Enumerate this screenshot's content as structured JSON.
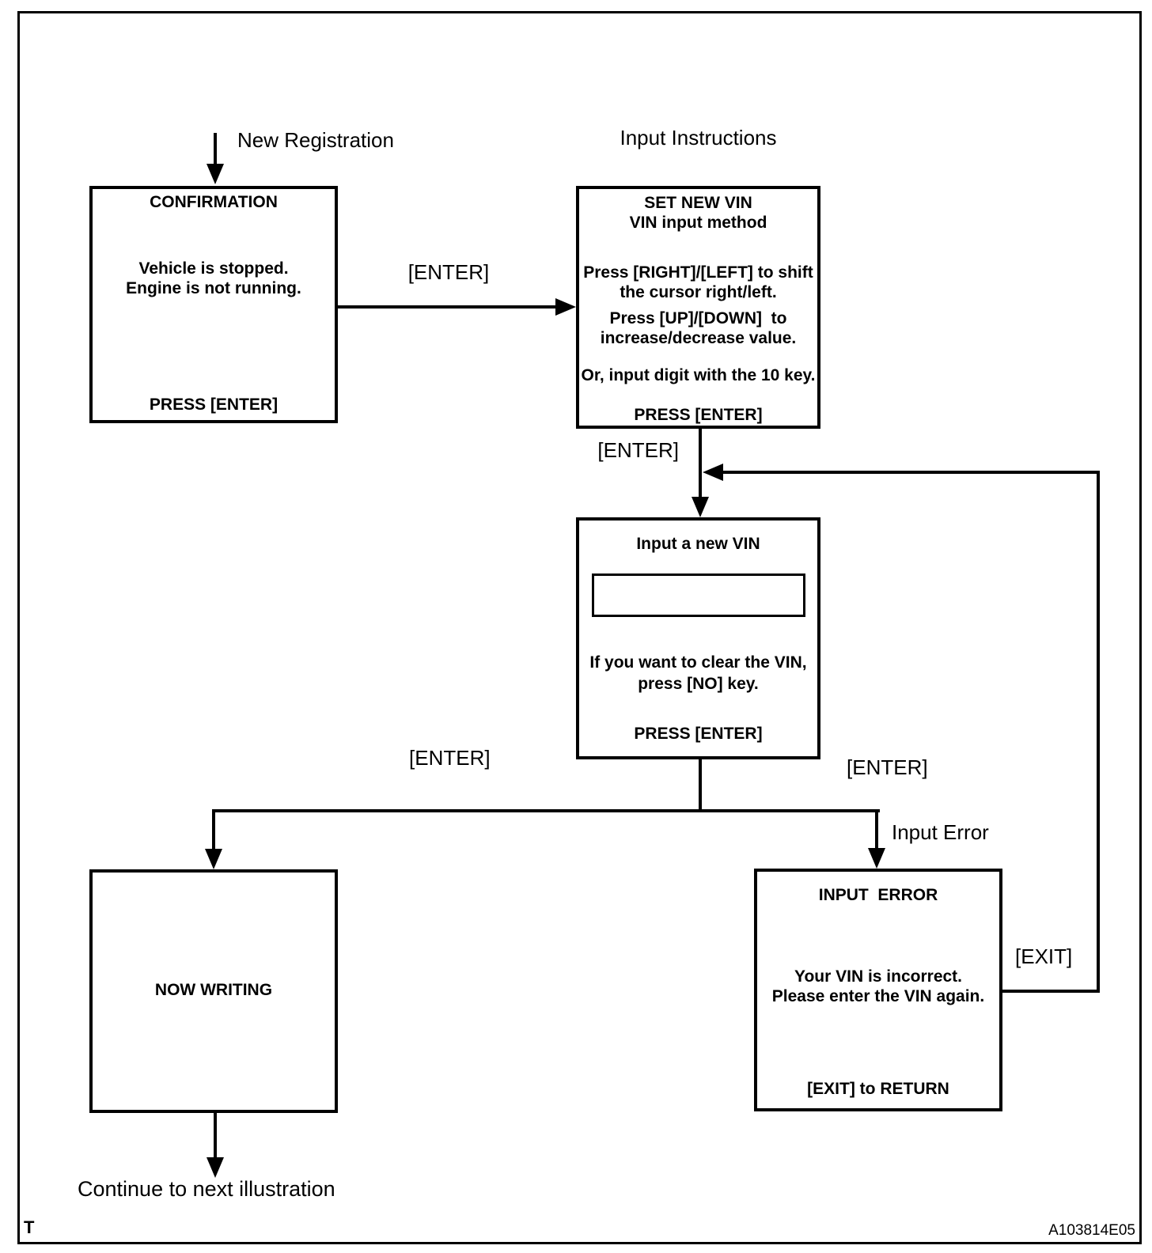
{
  "labels": {
    "new_registration": "New Registration",
    "input_instructions": "Input Instructions",
    "enter_to_instructions": "[ENTER]",
    "enter_to_input": "[ENTER]",
    "enter_to_writing": "[ENTER]",
    "enter_to_error": "[ENTER]",
    "input_error": "Input Error",
    "exit": "[EXIT]",
    "continue_note": "Continue to next illustration",
    "corner_mark": "T",
    "figure_code": "A103814E05"
  },
  "boxes": {
    "confirmation": {
      "title": "CONFIRMATION",
      "lines": [
        "Vehicle is stopped.",
        "Engine is not running."
      ],
      "footer": "PRESS [ENTER]"
    },
    "set_new_vin": {
      "title_lines": [
        "SET NEW VIN",
        "VIN input method"
      ],
      "lines": [
        "Press [RIGHT]/[LEFT] to shift",
        "the cursor right/left.",
        "Press [UP]/[DOWN]  to",
        "increase/decrease value.",
        "Or, input digit with the 10 key."
      ],
      "footer": "PRESS [ENTER]"
    },
    "input_new_vin": {
      "title": "Input a new VIN",
      "field_value": "",
      "lines": [
        "If you want to clear the VIN,",
        "press [NO] key."
      ],
      "footer": "PRESS [ENTER]"
    },
    "now_writing": {
      "title": "NOW WRITING"
    },
    "input_error": {
      "title": "INPUT  ERROR",
      "lines": [
        "Your VIN is incorrect.",
        "Please enter the VIN again."
      ],
      "footer": "[EXIT] to RETURN"
    }
  },
  "colors": {
    "ink": "#000000",
    "paper": "#ffffff"
  }
}
